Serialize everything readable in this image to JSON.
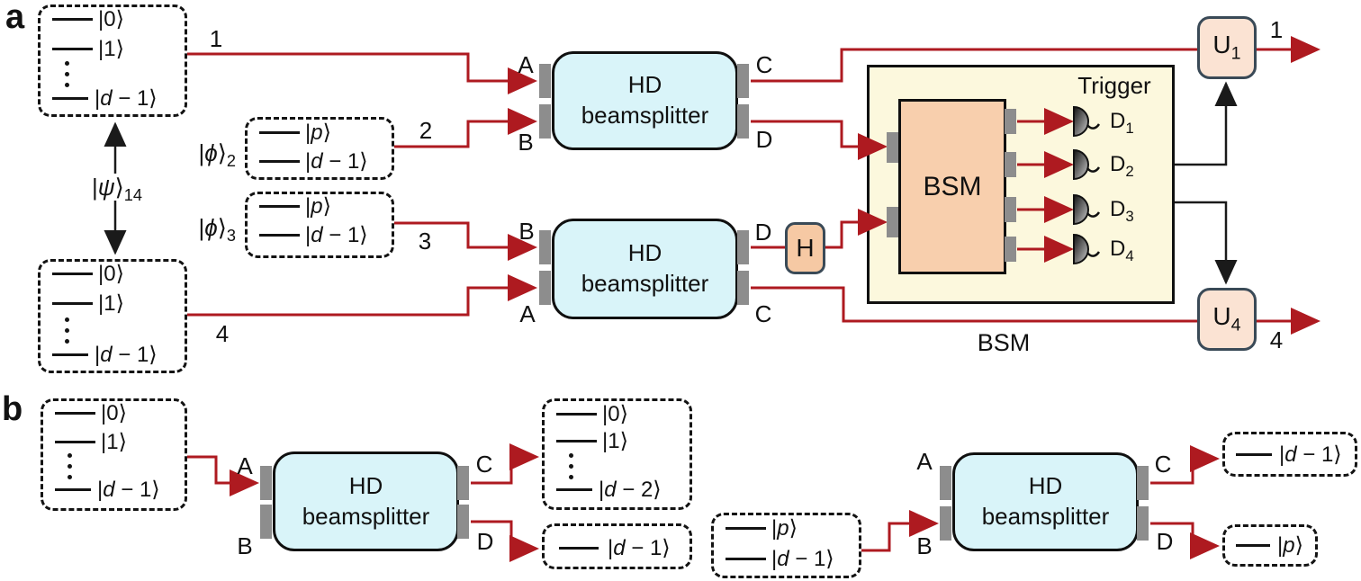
{
  "figure": {
    "panel_a_label": "a",
    "panel_b_label": "b"
  },
  "colors": {
    "wire_red": "#ae1a20",
    "line_black": "#1a1a1a",
    "beamsplitter_fill": "#d9f4f9",
    "port_gray": "#8d8d8d",
    "bsm_region_fill": "#fcf8dd",
    "bsm_unit_fill": "#f8cfad",
    "gate_fill": "#f6c9a4",
    "u_gate_fill": "#fbe3d3",
    "gate_border": "#3a4a57"
  },
  "kets": {
    "k0": "|0⟩",
    "k1": "|1⟩",
    "kd1": "|<i>d</i> − 1⟩",
    "kd2": "|<i>d</i> − 2⟩",
    "kp": "|<i>p</i>⟩"
  },
  "states": {
    "psi14": "|<i>ψ</i>⟩<sub>14</sub>",
    "phi2": "|<i>ϕ</i>⟩<sub>2</sub>",
    "phi3": "|<i>ϕ</i>⟩<sub>3</sub>"
  },
  "wire_labels": {
    "mode1": "1",
    "mode2": "2",
    "mode3": "3",
    "mode4": "4",
    "output1": "1",
    "output4": "4"
  },
  "beamsplitter": {
    "line1": "HD",
    "line2": "beamsplitter"
  },
  "ports": {
    "A": "A",
    "B": "B",
    "C": "C",
    "D": "D"
  },
  "bsm": {
    "unit_label": "BSM",
    "region_label": "BSM",
    "trigger_label": "Trigger",
    "detectors": [
      "D<sub>1</sub>",
      "D<sub>2</sub>",
      "D<sub>3</sub>",
      "D<sub>4</sub>"
    ]
  },
  "gates": {
    "hadamard": "H",
    "u1": "U<sub>1</sub>",
    "u4": "U<sub>4</sub>"
  }
}
